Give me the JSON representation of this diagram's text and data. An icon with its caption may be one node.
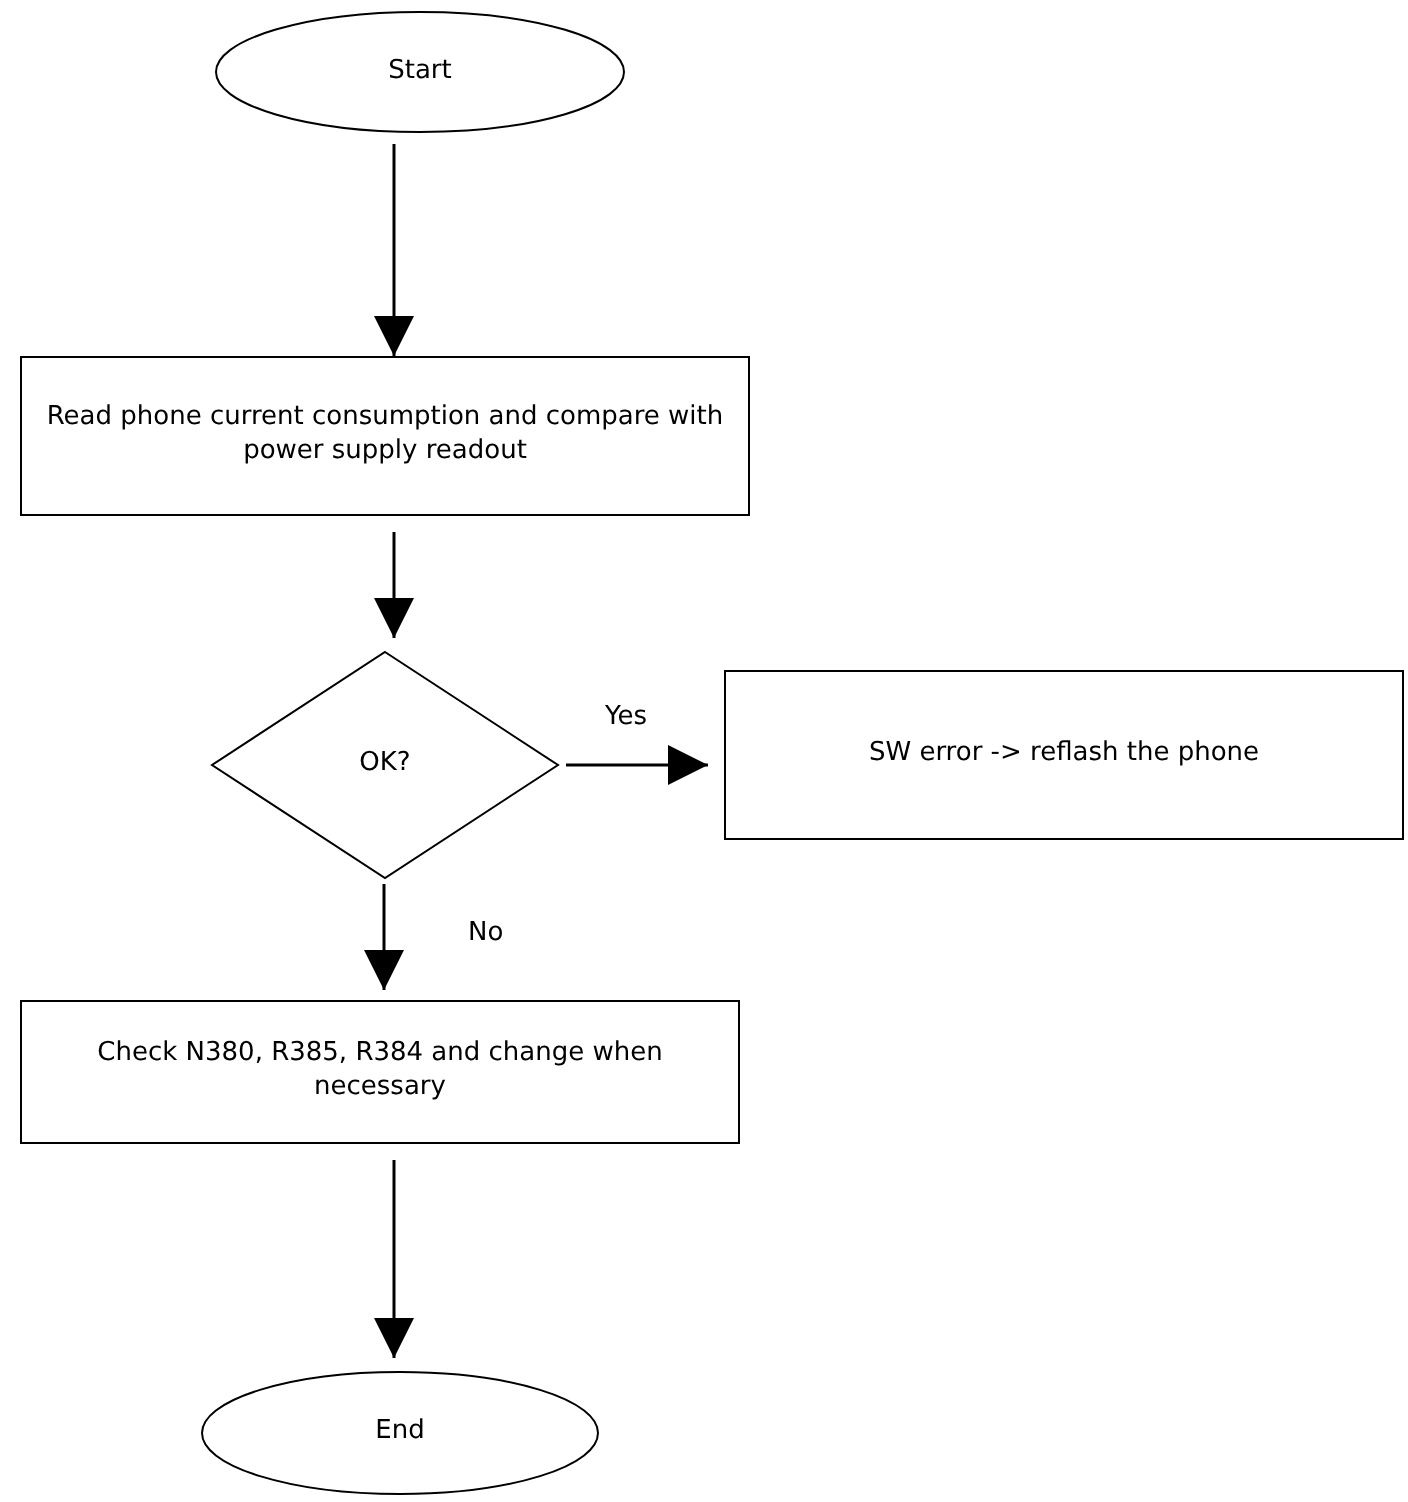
{
  "diagram": {
    "nodes": [
      {
        "text": [
          "Start"
        ]
      },
      {
        "text": [
          "Read phone current consumption and compare with power supply readout"
        ]
      },
      {
        "text": [
          "OK?"
        ]
      },
      {
        "text": [
          "SW error -> reflash the phone"
        ]
      },
      {
        "text": [
          "Check N380, R385, R384 and change when necessary"
        ]
      },
      {
        "text": [
          "End"
        ]
      }
    ],
    "edges": [
      {
        "from": 0,
        "to": 1,
        "arrow": "to"
      },
      {
        "from": 1,
        "to": 2,
        "arrow": "to"
      },
      {
        "from": 2,
        "to": 3,
        "arrow": "to",
        "label": "Yes"
      },
      {
        "from": 2,
        "to": 4,
        "arrow": "to",
        "label": "No"
      },
      {
        "from": 4,
        "to": 5,
        "arrow": "to"
      }
    ]
  }
}
